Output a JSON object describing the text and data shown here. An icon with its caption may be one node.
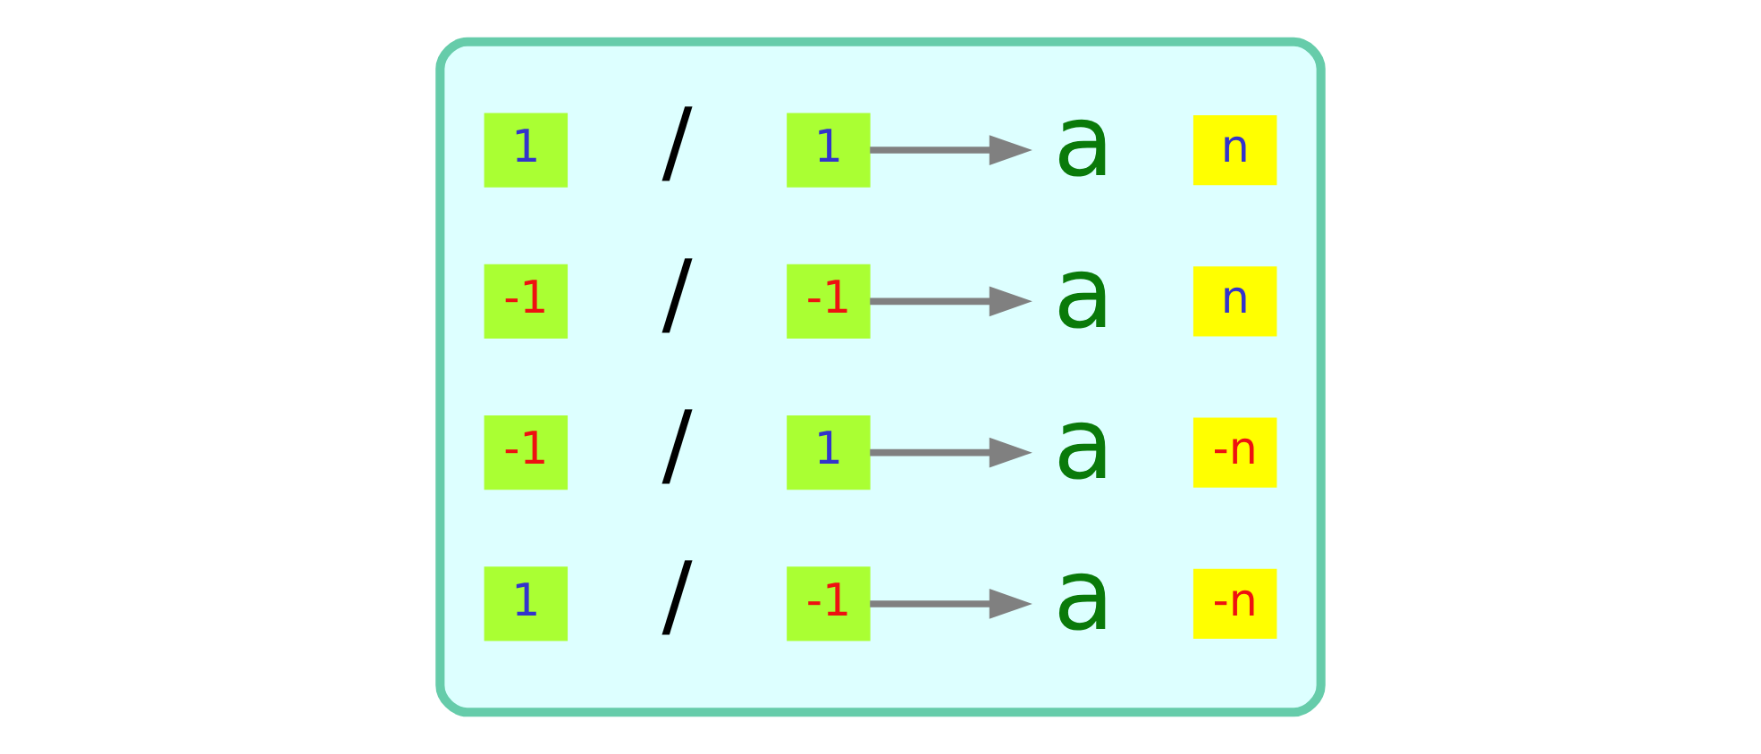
{
  "diagram": {
    "nodes": [
      {
        "text": [],
        "shape": "box"
      },
      {
        "text": [
          "1"
        ],
        "in": 0
      },
      {
        "text": [
          "1"
        ],
        "in": 0
      },
      {
        "text": [
          "a"
        ],
        "in": 0
      },
      {
        "text": [
          "n"
        ],
        "in": 0
      },
      {
        "text": [
          "-1"
        ],
        "in": 0
      },
      {
        "text": [
          "-1"
        ],
        "in": 0
      },
      {
        "text": [
          "a"
        ],
        "in": 0
      },
      {
        "text": [
          "n"
        ],
        "in": 0
      },
      {
        "text": [
          "-1"
        ],
        "in": 0
      },
      {
        "text": [
          "1"
        ],
        "in": 0
      },
      {
        "text": [
          "a"
        ],
        "in": 0
      },
      {
        "text": [
          "-n"
        ],
        "in": 0
      },
      {
        "text": [
          "1"
        ],
        "in": 0
      },
      {
        "text": [
          "-1"
        ],
        "in": 0
      },
      {
        "text": [
          "a"
        ],
        "in": 0
      },
      {
        "text": [
          "-n"
        ],
        "in": 0
      }
    ],
    "edges": [
      {
        "from": 2,
        "to": 3,
        "arrow": "to"
      },
      {
        "from": 6,
        "to": 7,
        "arrow": "to"
      },
      {
        "from": 10,
        "to": 11,
        "arrow": "to"
      },
      {
        "from": 14,
        "to": 15,
        "arrow": "to"
      }
    ],
    "labels": [
      "/",
      "/",
      "/",
      "/"
    ]
  }
}
